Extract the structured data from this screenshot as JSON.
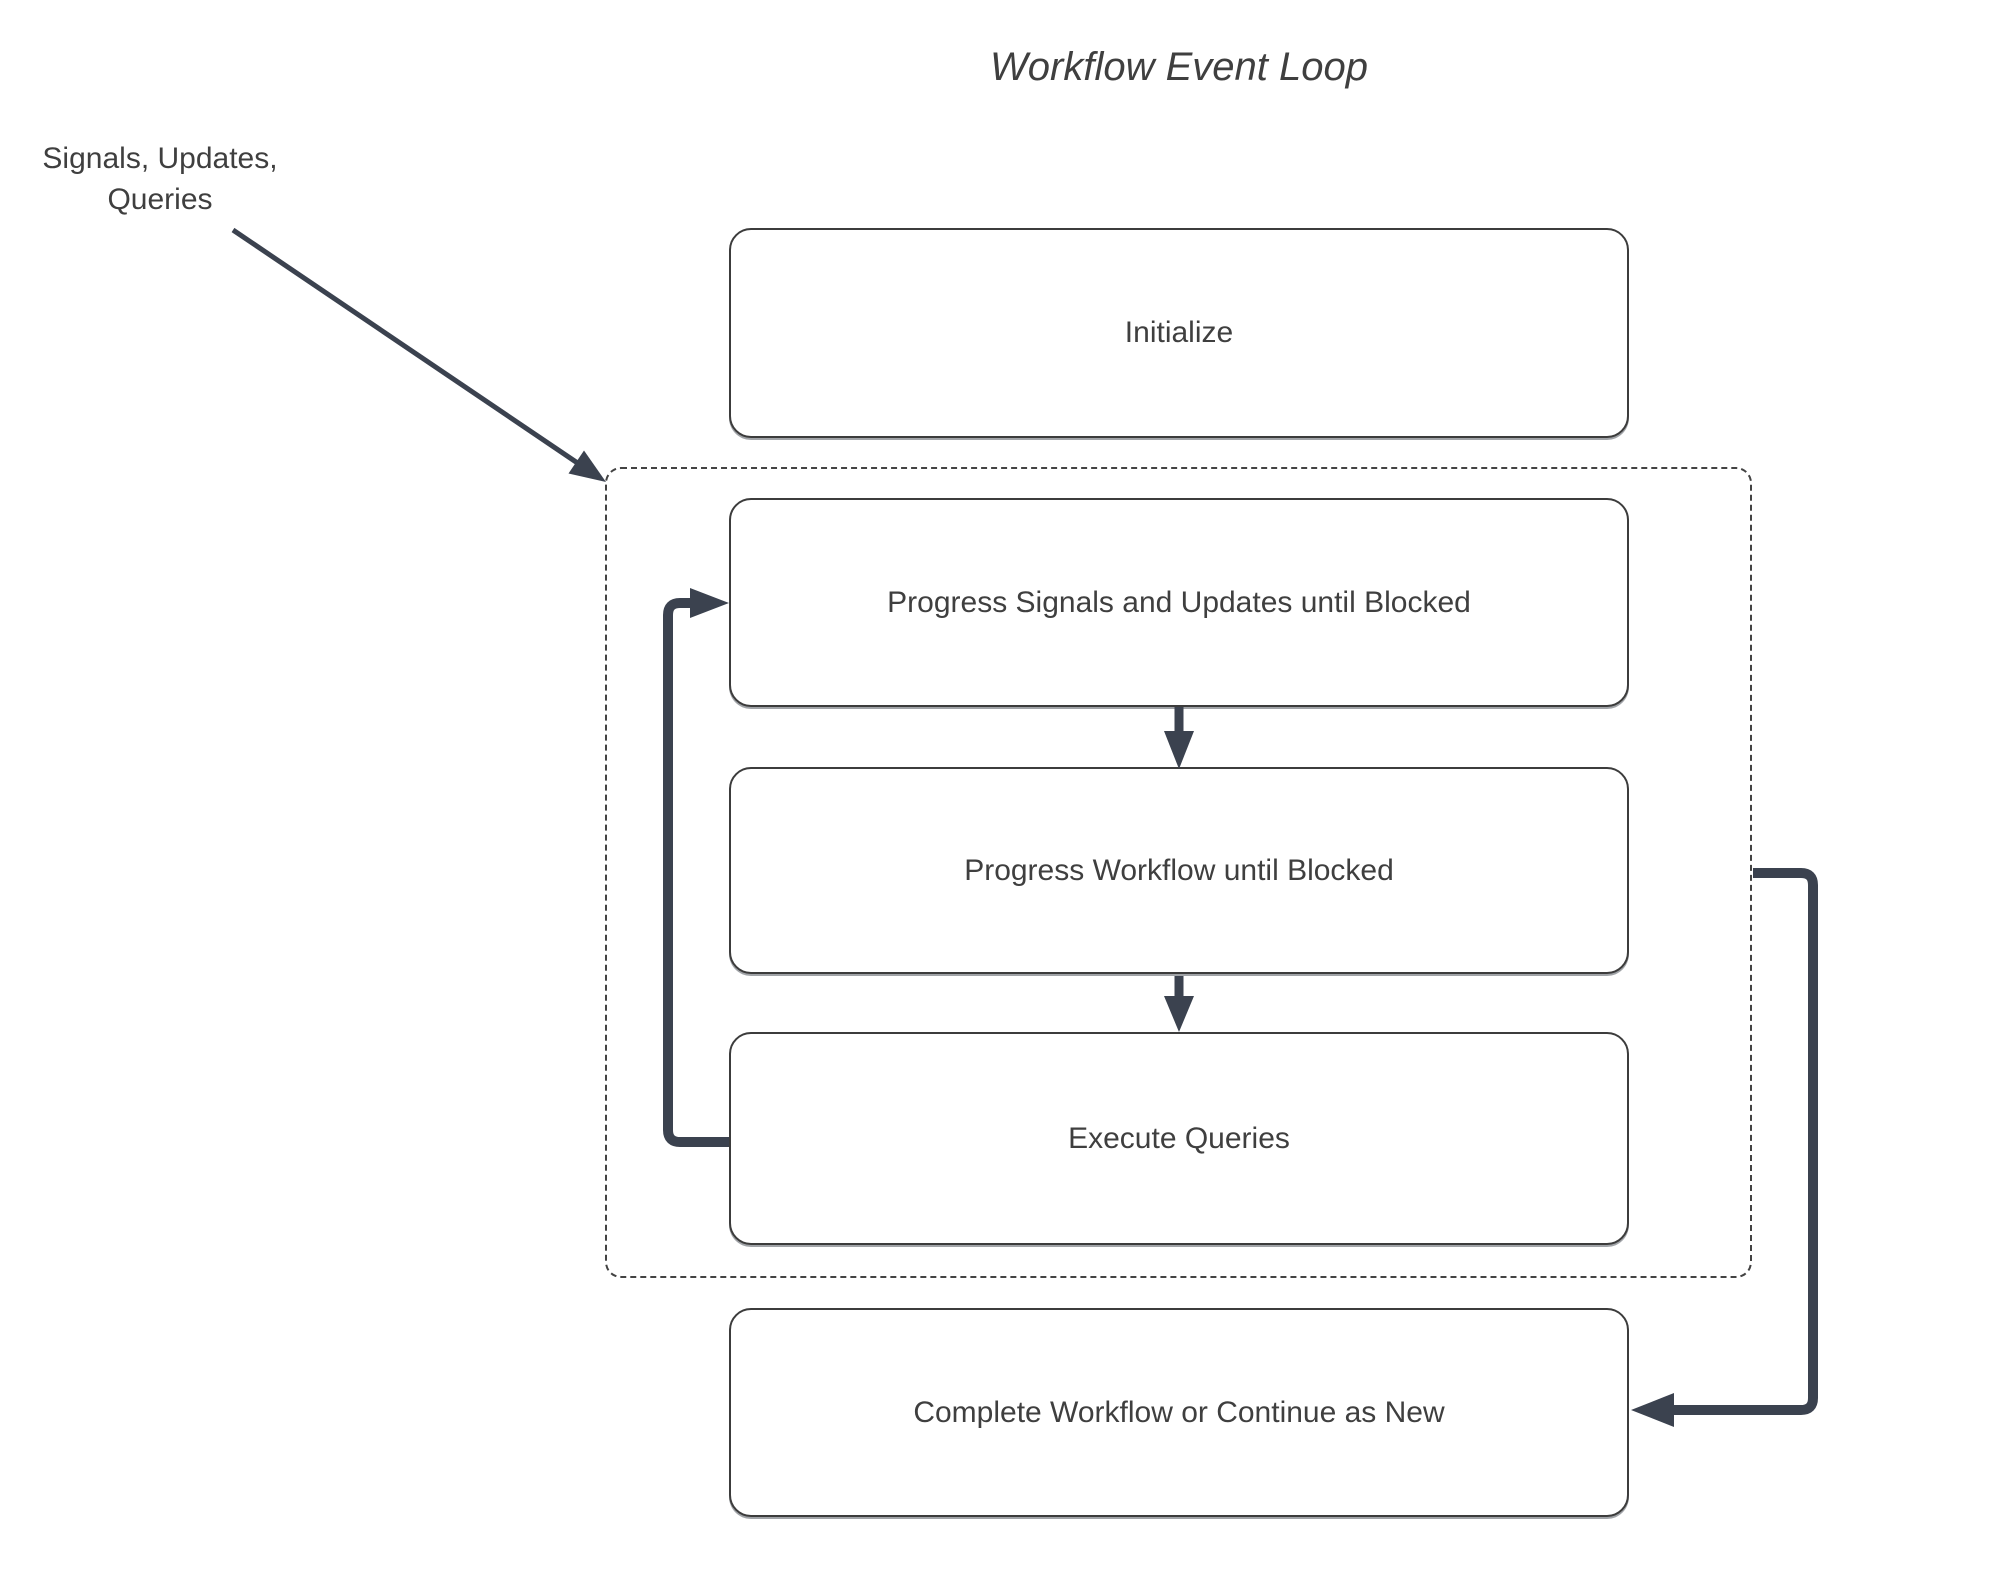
{
  "title": "Workflow Event Loop",
  "external_label": "Signals, Updates,\nQueries",
  "nodes": {
    "initialize": "Initialize",
    "progress_signals": "Progress Signals and Updates until Blocked",
    "progress_workflow": "Progress Workflow until Blocked",
    "execute_queries": "Execute Queries",
    "complete": "Complete Workflow or Continue as New"
  },
  "groups": {
    "event_loop": "dashed rounded rectangle enclosing progress_signals, progress_workflow and execute_queries"
  },
  "edges": [
    {
      "id": "external-input",
      "from": "external_label",
      "to": "event_loop group (top-left corner)",
      "style": "thin diagonal arrow"
    },
    {
      "id": "signals-to-workflow",
      "from": "progress_signals",
      "to": "progress_workflow",
      "style": "short down arrow"
    },
    {
      "id": "workflow-to-queries",
      "from": "progress_workflow",
      "to": "execute_queries",
      "style": "short down arrow"
    },
    {
      "id": "queries-loop-back",
      "from": "execute_queries (left side)",
      "to": "progress_signals (left side)",
      "style": "thick elbow arrow"
    },
    {
      "id": "loop-exit-to-complete",
      "from": "event_loop group (right side, at progress_workflow height)",
      "to": "complete (right side)",
      "style": "thick elbow arrow"
    }
  ],
  "colors": {
    "arrow": "#3B424F",
    "border": "#3C3C3C",
    "text": "#3F3F3F",
    "bg": "#FFFFFF"
  }
}
